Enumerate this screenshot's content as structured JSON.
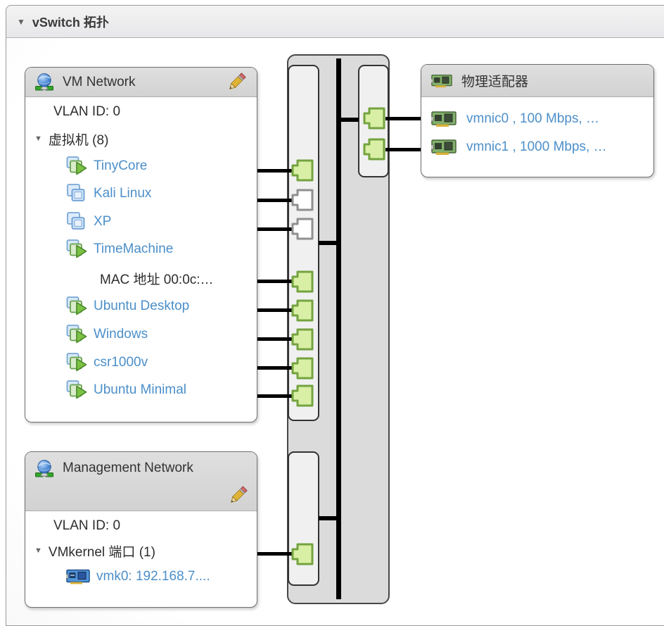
{
  "header": {
    "title": "vSwitch 拓扑"
  },
  "vm_network": {
    "title": "VM Network",
    "vlan_label": "VLAN ID: 0",
    "group_label": "虚拟机 (8)",
    "vms": [
      {
        "name": "TinyCore",
        "state": "running"
      },
      {
        "name": "Kali Linux",
        "state": "stopped"
      },
      {
        "name": "XP",
        "state": "stopped"
      },
      {
        "name": "TimeMachine",
        "state": "running",
        "detail": "MAC 地址 00:0c:…"
      },
      {
        "name": "Ubuntu Desktop",
        "state": "running"
      },
      {
        "name": "Windows",
        "state": "running"
      },
      {
        "name": "csr1000v",
        "state": "running"
      },
      {
        "name": "Ubuntu Minimal",
        "state": "running"
      }
    ]
  },
  "management_network": {
    "title": "Management Network",
    "vlan_label": "VLAN ID: 0",
    "group_label": "VMkernel 端口 (1)",
    "ports": [
      {
        "name": "vmk0: 192.168.7...."
      }
    ]
  },
  "physical_adapters": {
    "title": "物理适配器",
    "nics": [
      {
        "name": "vmnic0 , 100 Mbps, …"
      },
      {
        "name": "vmnic1 , 1000 Mbps, …"
      }
    ]
  },
  "switch_ports": {
    "vm_ports": [
      "active",
      "inactive",
      "inactive",
      "active",
      "active",
      "active",
      "active",
      "active"
    ],
    "uplink_ports": [
      "active",
      "active"
    ],
    "vmkernel_ports": [
      "active"
    ]
  },
  "colors": {
    "link": "#4c8fc9",
    "port_active_fill": "#d9efa5",
    "port_active_border": "#74a33f",
    "port_inactive_fill": "#ffffff",
    "port_inactive_border": "#8f8f8f",
    "wire": "#000000"
  }
}
